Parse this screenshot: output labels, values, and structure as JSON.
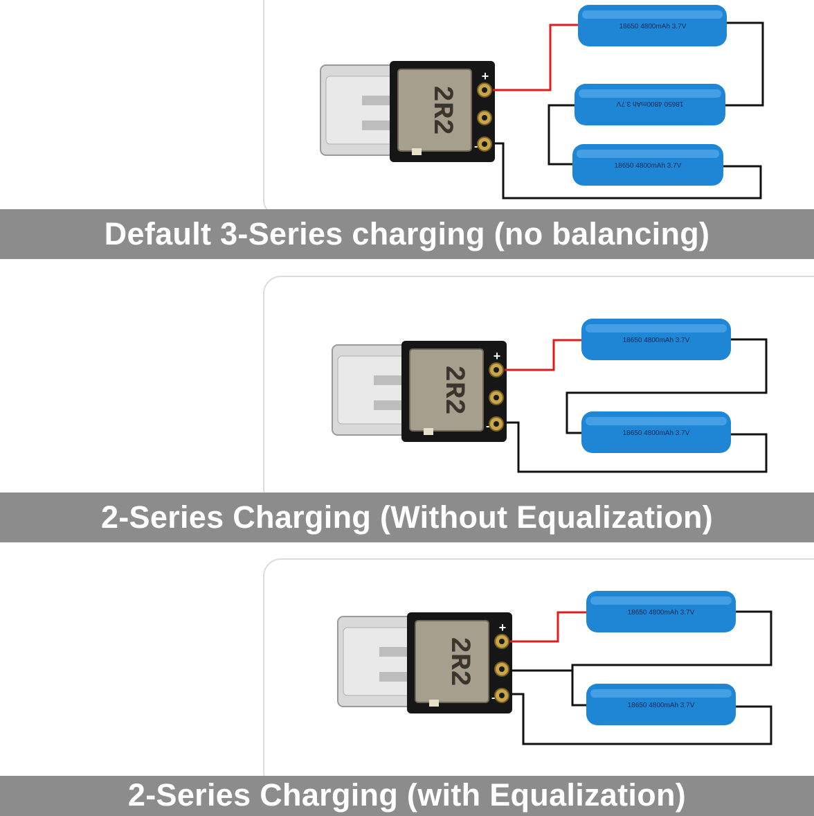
{
  "banners": [
    "Default 3-Series charging (no balancing)",
    "2-Series Charging (Without Equalization)",
    "2-Series Charging (with Equalization)"
  ],
  "module": {
    "inductor_marking": "2R2",
    "plus_label": "+",
    "minus_label": "-"
  },
  "battery": {
    "label_text": "18650 4800mAh 3.7V",
    "plus_mark": "+",
    "minus_mark": "-"
  },
  "colors": {
    "banner": "#8c8c8c",
    "battery": "#1f86d6",
    "positive_wire": "#e01b1b",
    "wire": "#111111"
  }
}
